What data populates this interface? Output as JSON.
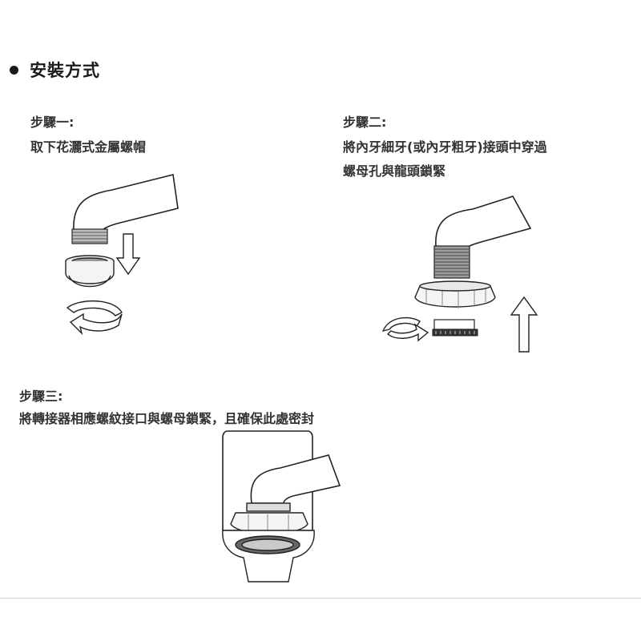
{
  "section": {
    "title": "安裝方式",
    "bullet_icon": "filled-circle-bullet"
  },
  "steps": [
    {
      "title": "步驟一:",
      "lines": [
        "取下花灑式金屬螺帽"
      ]
    },
    {
      "title": "步驟二:",
      "lines": [
        "將內牙細牙(或內牙粗牙)接頭中穿過",
        "螺母孔與龍頭鎖緊"
      ]
    },
    {
      "title": "步驟三:",
      "lines": [
        "將轉接器相應螺紋接口與螺母鎖緊，且確保此處密封"
      ]
    }
  ],
  "icons": [
    "faucet-spout-icon",
    "down-arrow-icon",
    "up-arrow-icon",
    "rotate-arrow-icon",
    "adapter-nut-icon",
    "threaded-connector-icon"
  ]
}
